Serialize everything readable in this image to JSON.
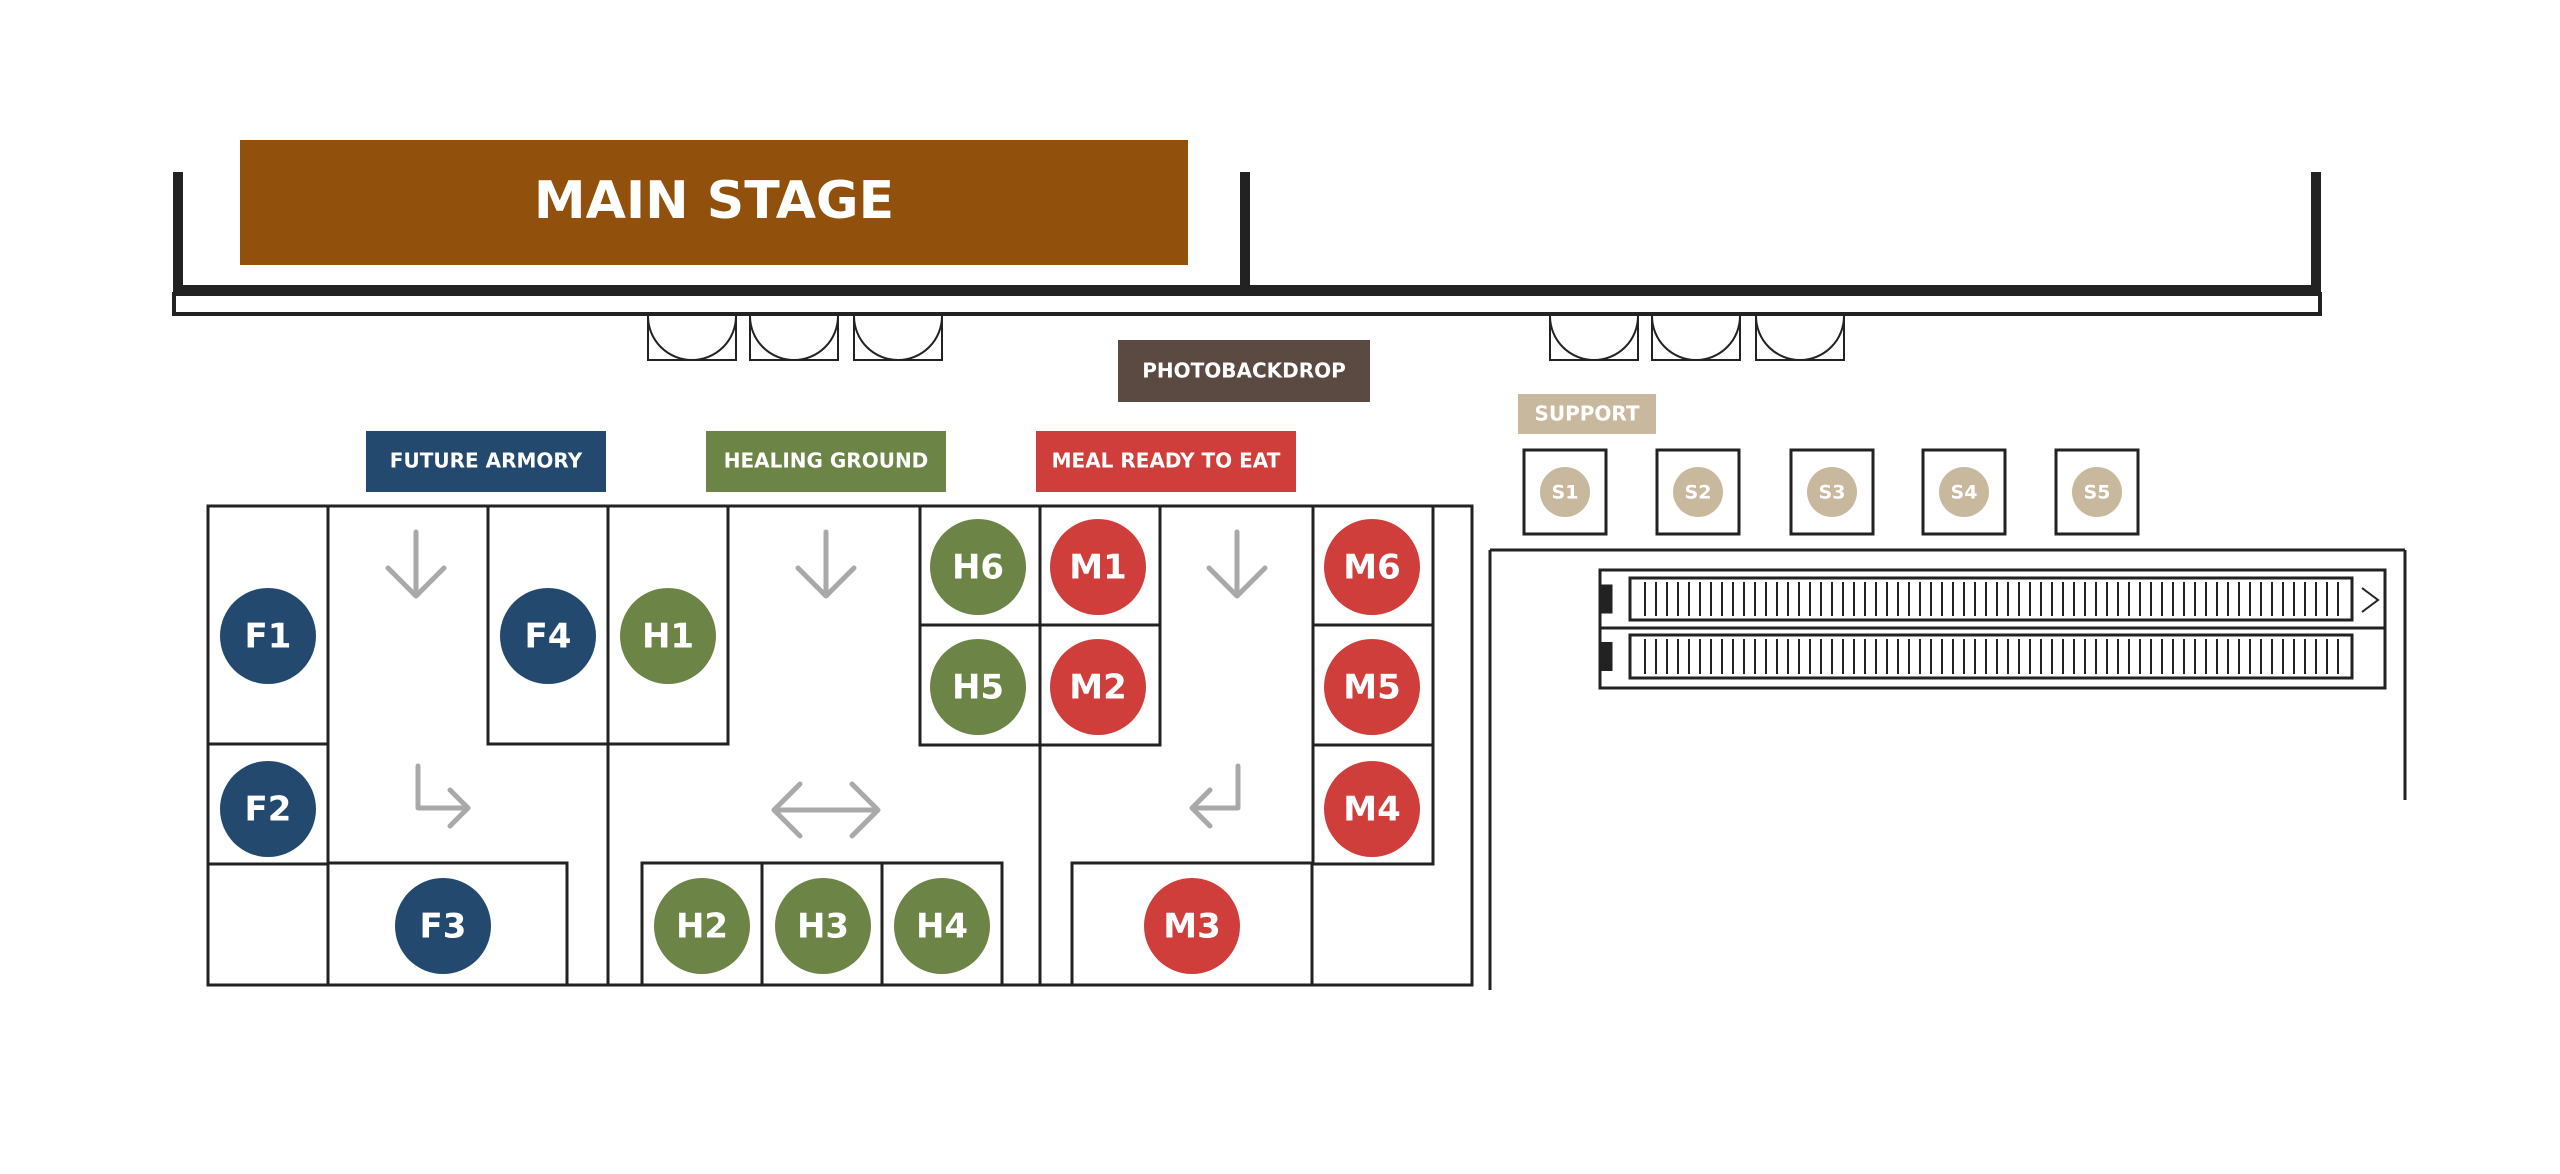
{
  "stage": {
    "title": "MAIN STAGE"
  },
  "photo_backdrop": "PHOTOBACKDROP",
  "zones": {
    "future": {
      "label": "FUTURE ARMORY",
      "color": "#234a6e"
    },
    "healing": {
      "label": "HEALING GROUND",
      "color": "#6c8446"
    },
    "meal": {
      "label": "MEAL READY TO EAT",
      "color": "#cf3e3a"
    },
    "support": {
      "label": "SUPPORT",
      "color": "#c8b89d"
    }
  },
  "colors": {
    "stage": "#91500c",
    "photo": "#5a4a42",
    "arrow": "#a9a9a9",
    "line": "#222222"
  },
  "booths": {
    "F1": "F1",
    "F2": "F2",
    "F3": "F3",
    "F4": "F4",
    "H1": "H1",
    "H2": "H2",
    "H3": "H3",
    "H4": "H4",
    "H5": "H5",
    "H6": "H6",
    "M1": "M1",
    "M2": "M2",
    "M3": "M3",
    "M4": "M4",
    "M5": "M5",
    "M6": "M6",
    "S1": "S1",
    "S2": "S2",
    "S3": "S3",
    "S4": "S4",
    "S5": "S5"
  },
  "icons": {
    "flow_arrows": "arrow-icon",
    "doors": "door-icon",
    "escalator": "escalator-icon"
  }
}
